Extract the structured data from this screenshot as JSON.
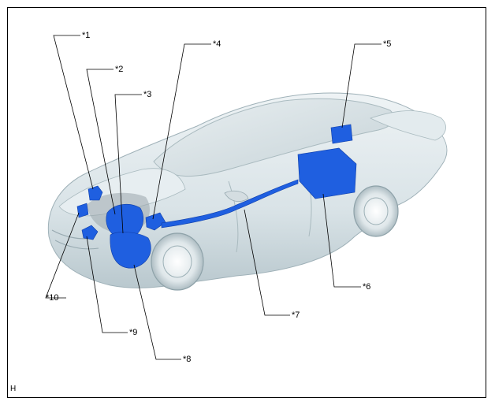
{
  "figure": {
    "corner_mark": "H",
    "callouts": [
      "*1",
      "*2",
      "*3",
      "*4",
      "*5",
      "*6",
      "*7",
      "*8",
      "*9",
      "*10"
    ]
  },
  "colors": {
    "component_blue": "#1f5fe0",
    "car_body": "#dde6ea",
    "car_shadow": "#b7c6cd",
    "leader_line": "#000000"
  }
}
